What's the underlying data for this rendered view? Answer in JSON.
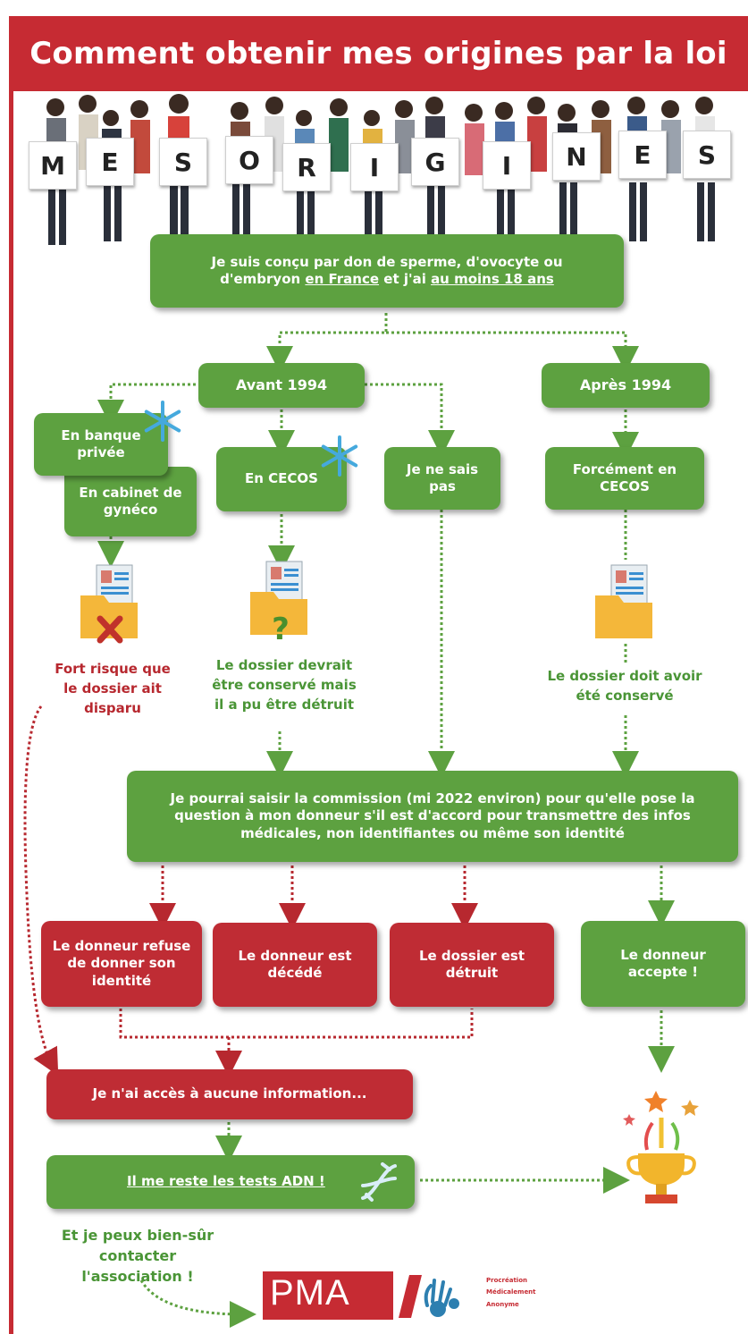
{
  "title": "Comment obtenir mes origines par la loi",
  "banner_letters": [
    "M",
    "E",
    "S",
    "O",
    "R",
    "I",
    "G",
    "I",
    "N",
    "E",
    "S"
  ],
  "start": {
    "line1": "Je suis conçu par don de sperme, d'ovocyte ou",
    "line2_a": "d'embryon ",
    "line2_b": "en France",
    "line2_c": " et j'ai ",
    "line2_d": "au moins 18 ans"
  },
  "before_1994": "Avant 1994",
  "after_1994": "Après 1994",
  "private_bank": "En banque privée",
  "gyneco": "En cabinet de gynéco",
  "cecos": "En CECOS",
  "dont_know": "Je ne sais pas",
  "forced_cecos": "Forcément en CECOS",
  "risk_text": "Fort risque que le dossier ait disparu",
  "maybe_text": "Le dossier devrait être conservé mais il a pu être détruit",
  "kept_text": "Le dossier doit avoir été conservé",
  "commission": "Je pourrai saisir la commission (mi 2022 environ) pour qu'elle pose la question à mon donneur s'il est d'accord pour transmettre des infos médicales, non identifiantes ou même son identité",
  "outcomes": {
    "refuse": "Le donneur refuse de donner son identité",
    "deceased": "Le donneur est décédé",
    "destroyed": "Le dossier est détruit",
    "accepts": "Le donneur accepte !"
  },
  "no_info": "Je n'ai accès à aucune information...",
  "dna_tests": "Il me reste les tests ADN !",
  "contact": "Et je peux bien-sûr contacter l'association !",
  "logo": {
    "text": "PMA",
    "caption": [
      "Procréation",
      "Médicalement",
      "Anonyme"
    ]
  },
  "colors": {
    "green": "#5da140",
    "red": "#bf2c34",
    "title_red": "#c62b33"
  }
}
